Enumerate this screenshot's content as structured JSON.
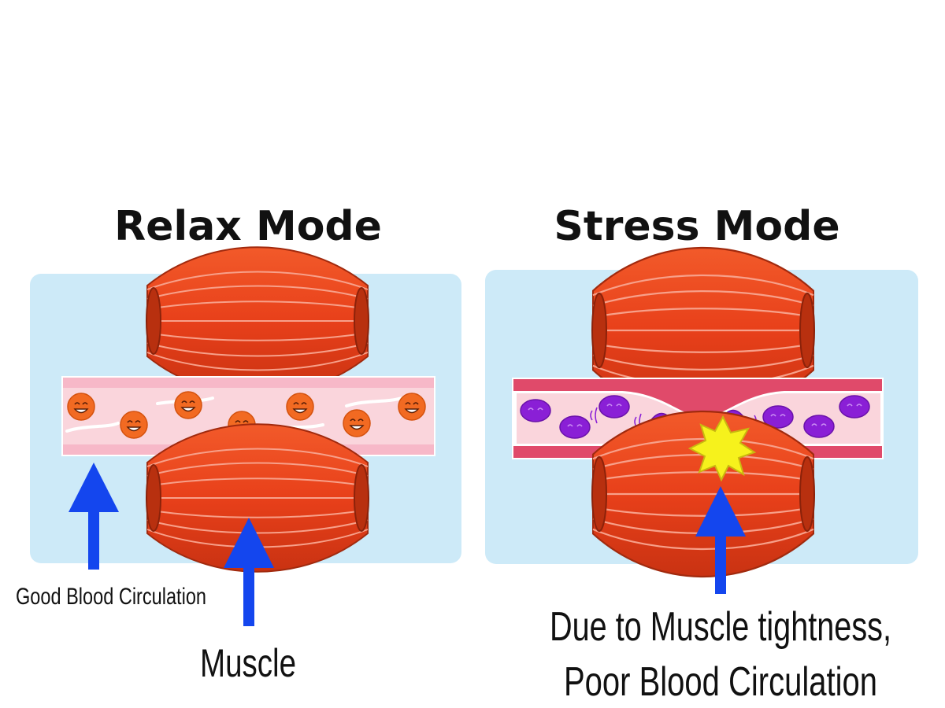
{
  "panels": {
    "relax": {
      "title": "Relax Mode"
    },
    "stress": {
      "title": "Stress Mode"
    }
  },
  "labels": {
    "good_circulation": "Good Blood Circulation",
    "muscle": "Muscle",
    "poor_line1": "Due to Muscle tightness,",
    "poor_line2": "Poor Blood Circulation"
  },
  "colors": {
    "panel_bg": "#cdeaf8",
    "muscle": "#e8401a",
    "vessel_wall": "#f7b8c8",
    "vessel_lumen": "#fad5dc",
    "stress_wall": "#e04a6a",
    "happy_cell": "#f26a22",
    "stressed_cell": "#8a1fd6",
    "arrow": "#1446ee",
    "pain_star": "#f6f21c"
  }
}
